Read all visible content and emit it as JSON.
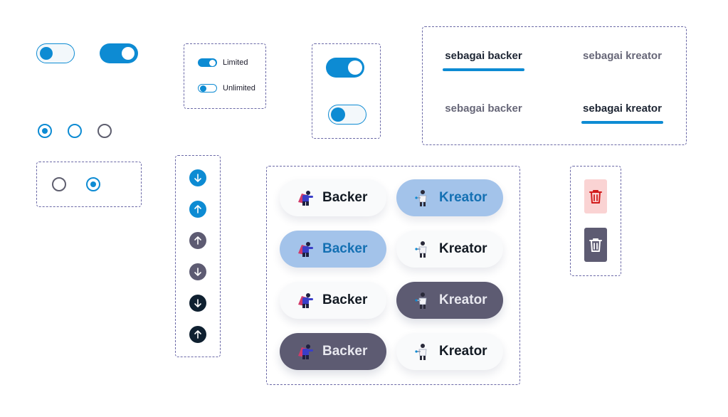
{
  "colors": {
    "primary": "#0d8bd3",
    "dark_grey": "#5d5b72",
    "navy": "#0f2030",
    "light_blue": "#a3c3ea",
    "danger_bg": "#fad3d3",
    "danger_icon": "#d11a1a",
    "dashed_border": "#6a68a6"
  },
  "toggles": [
    {
      "state": "off"
    },
    {
      "state": "on"
    }
  ],
  "toggle_options": [
    {
      "label": "Limited",
      "state": "on"
    },
    {
      "label": "Unlimited",
      "state": "off"
    }
  ],
  "toggle_pair": [
    {
      "state": "on"
    },
    {
      "state": "off"
    }
  ],
  "tabs": {
    "row1": [
      {
        "label": "sebagai backer",
        "active": true
      },
      {
        "label": "sebagai kreator",
        "active": false
      }
    ],
    "row2": [
      {
        "label": "sebagai backer",
        "active": false
      },
      {
        "label": "sebagai kreator",
        "active": true
      }
    ]
  },
  "radios": {
    "row": [
      "checked",
      "unchecked-blue",
      "unchecked-grey"
    ],
    "group": [
      "unchecked-grey",
      "checked"
    ]
  },
  "arrows": [
    {
      "direction": "down",
      "icon": "arrow-down-icon",
      "color": "#0d8bd3"
    },
    {
      "direction": "up",
      "icon": "arrow-up-icon",
      "color": "#0d8bd3"
    },
    {
      "direction": "up",
      "icon": "arrow-up-icon",
      "color": "#5d5b72"
    },
    {
      "direction": "down",
      "icon": "arrow-down-icon",
      "color": "#5d5b72"
    },
    {
      "direction": "down",
      "icon": "arrow-down-icon",
      "color": "#0f2030"
    },
    {
      "direction": "up",
      "icon": "arrow-up-icon",
      "color": "#0f2030"
    }
  ],
  "role_buttons": [
    [
      {
        "label": "Backer",
        "style": "white",
        "icon": "superhero-icon"
      },
      {
        "label": "Kreator",
        "style": "blue",
        "icon": "creator-figure-icon"
      }
    ],
    [
      {
        "label": "Backer",
        "style": "blue",
        "icon": "superhero-icon"
      },
      {
        "label": "Kreator",
        "style": "white",
        "icon": "creator-figure-icon"
      }
    ],
    [
      {
        "label": "Backer",
        "style": "white",
        "icon": "superhero-icon"
      },
      {
        "label": "Kreator",
        "style": "dark",
        "icon": "creator-figure-icon"
      }
    ],
    [
      {
        "label": "Backer",
        "style": "dark",
        "icon": "superhero-icon"
      },
      {
        "label": "Kreator",
        "style": "white",
        "icon": "creator-figure-icon"
      }
    ]
  ],
  "delete_buttons": [
    {
      "variant": "danger",
      "icon": "trash-icon"
    },
    {
      "variant": "dark",
      "icon": "trash-icon"
    }
  ]
}
